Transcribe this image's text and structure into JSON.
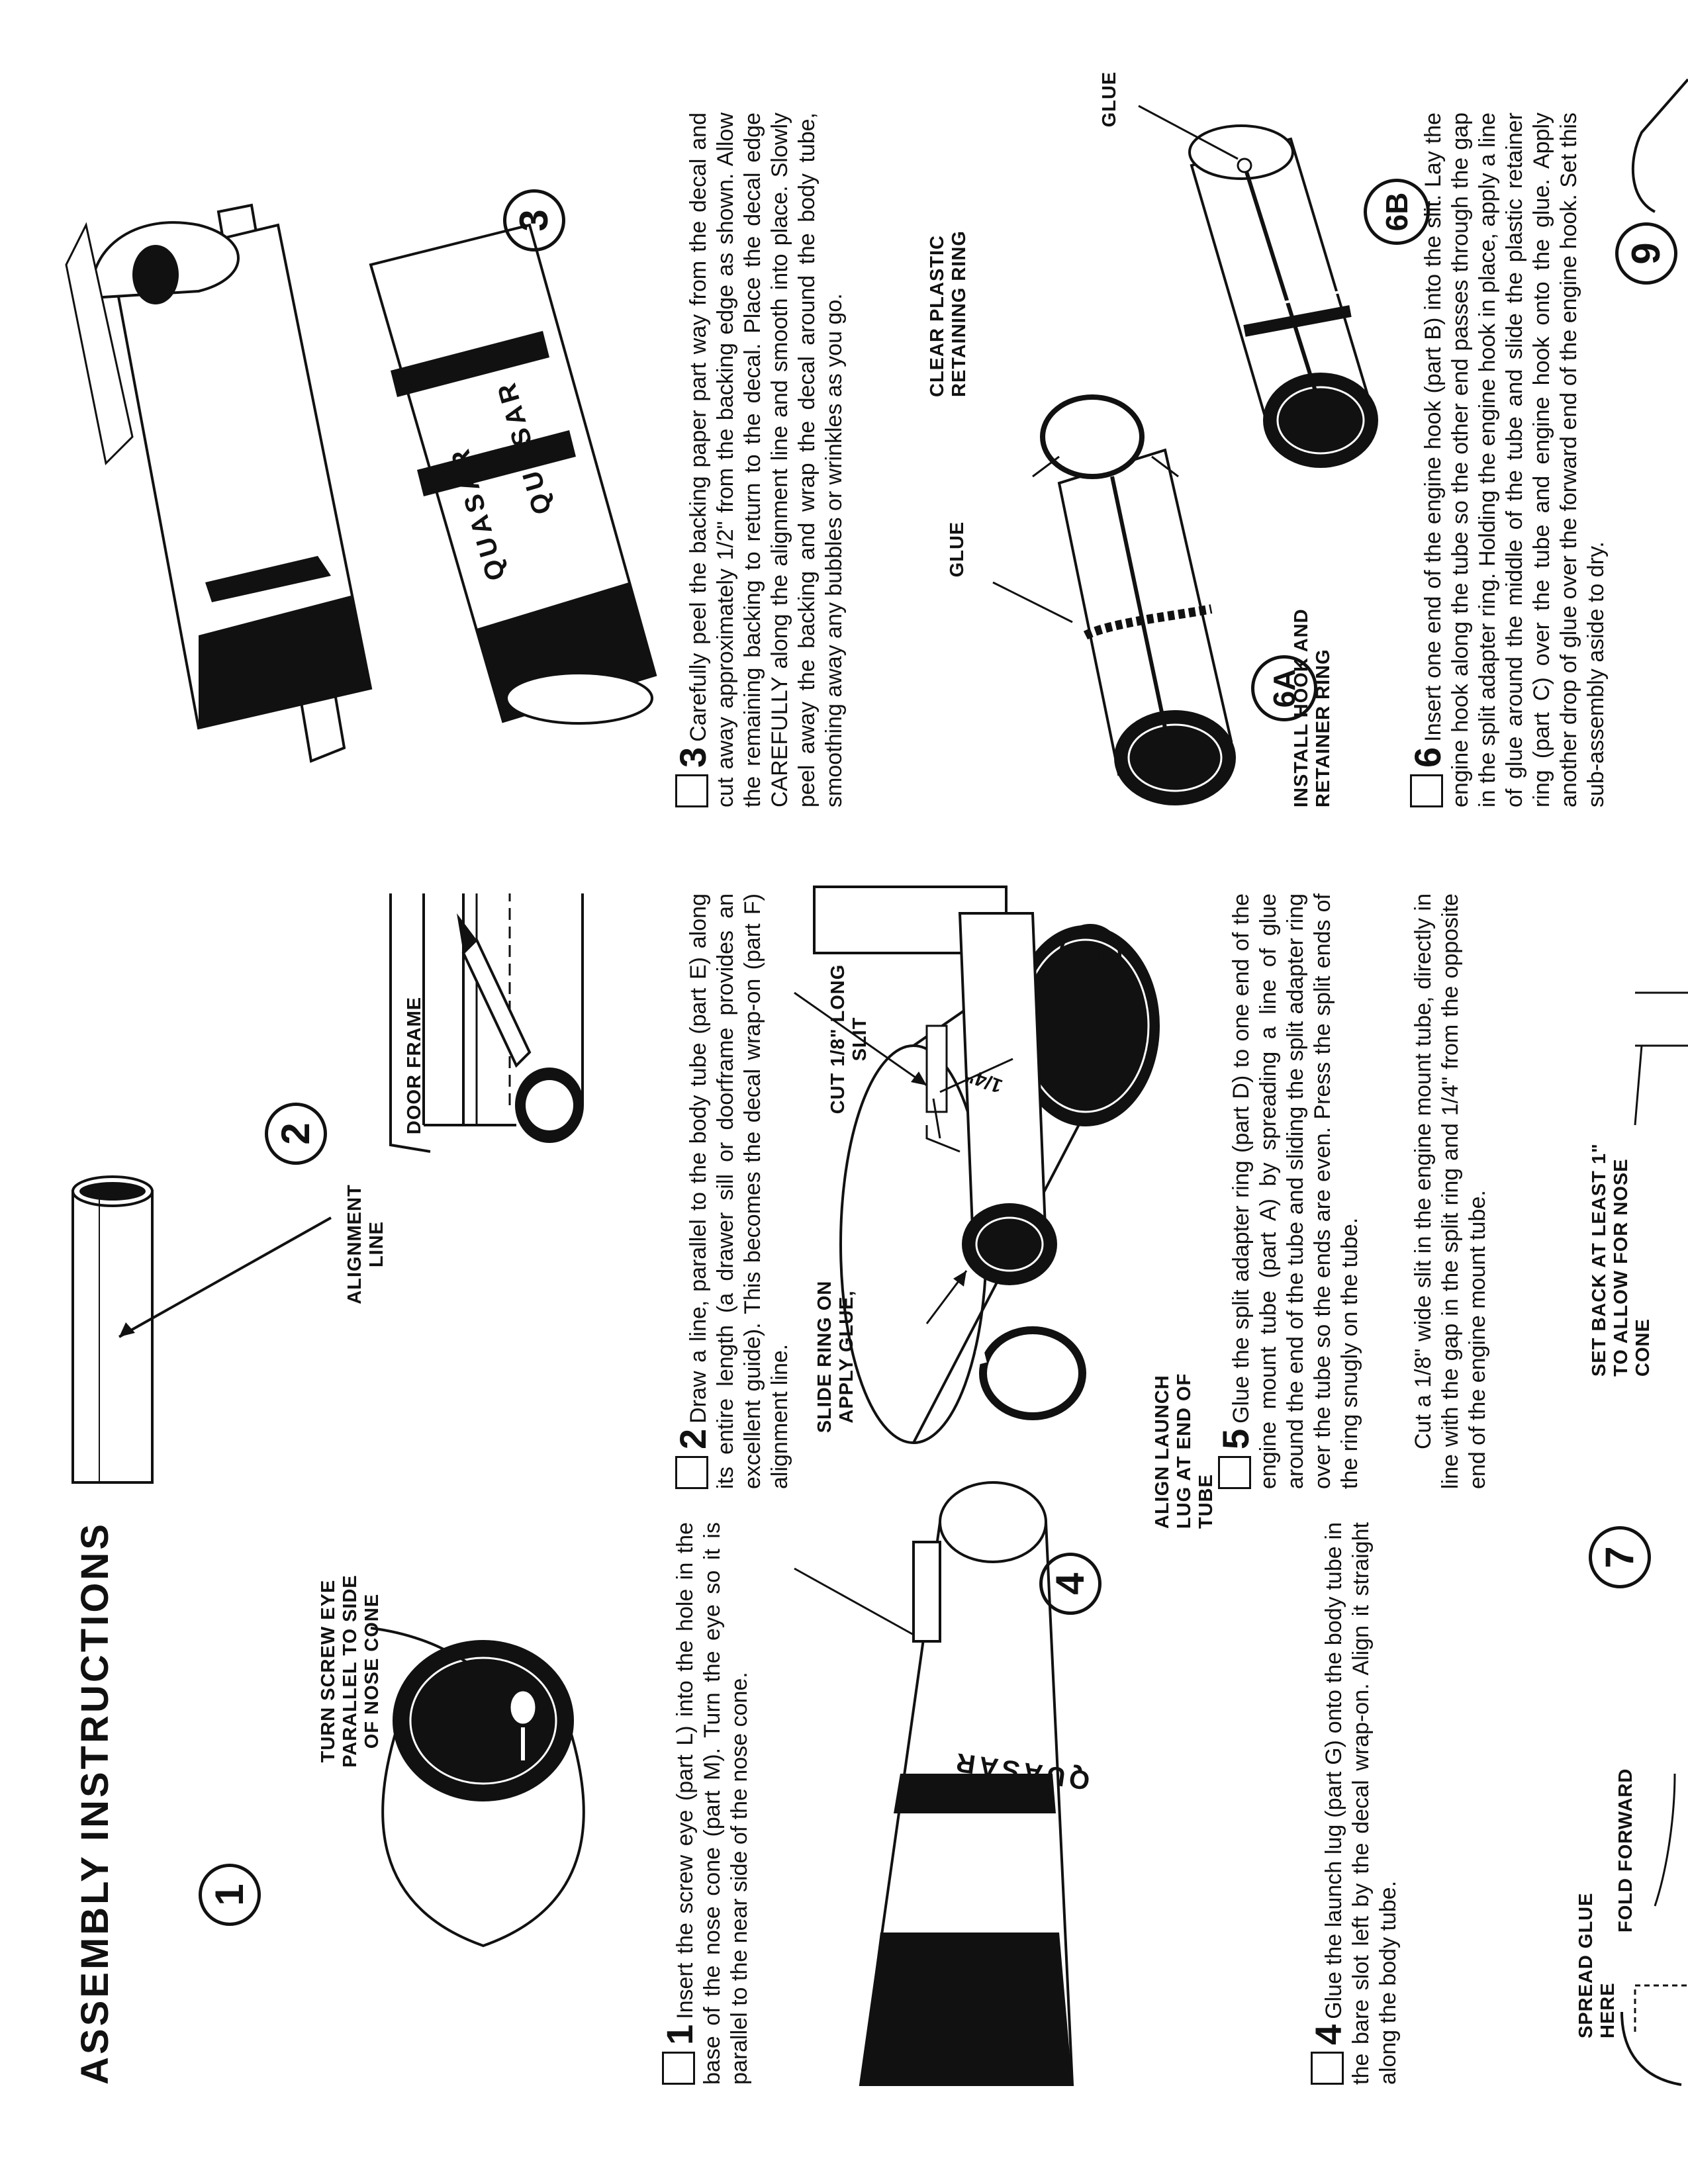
{
  "document": {
    "title": "ASSEMBLY INSTRUCTIONS",
    "brand_name": "QUASAR",
    "steps": [
      {
        "number": "1",
        "callouts": [
          "TURN SCREW EYE PARALLEL TO SIDE OF NOSE CONE"
        ],
        "text": "Insert the screw eye (part L) into the hole in the base of the nose cone (part M). Turn the eye so it is parallel to the near side of the nose cone."
      },
      {
        "number": "2",
        "callouts": [
          "ALIGNMENT LINE",
          "DOOR FRAME"
        ],
        "text": "Draw a line, parallel to the body tube (part E) along its entire length (a drawer sill or doorframe provides an excellent guide). This becomes the decal wrap-on (part F) alignment line."
      },
      {
        "number": "3",
        "callouts": [],
        "text": "Carefully peel the backing paper part way from the decal and cut away approximately 1/2\" from the backing edge as shown. Allow the remaining backing to return to the decal. Place the decal edge CAREFULLY along the alignment line and smooth into place. Slowly peel away the backing and wrap the decal around the body tube, smoothing away any bubbles or wrinkles as you go."
      },
      {
        "number": "4",
        "callouts": [
          "ALIGN LAUNCH LUG AT END OF TUBE"
        ],
        "text": "Glue the launch lug (part G) onto the body tube in the bare slot left by the decal wrap-on. Align it straight along the body tube."
      },
      {
        "number": "5",
        "callouts": [
          "SLIDE RING ON APPLY GLUE,",
          "CUT 1/8\" LONG SLIT",
          "1/4\""
        ],
        "text": "Glue the split adapter ring (part D) to one end of the engine mount tube (part A) by spreading a line of glue around the end of the tube and sliding the split adapter ring over the tube so the ends are even. Press the split ends of the ring snugly on the tube.",
        "text2": "Cut a 1/8\" wide slit in the engine mount tube, directly in line with the gap in the split ring and 1/4\" from the opposite end of the engine mount tube."
      },
      {
        "number": "6",
        "callouts": [
          "INSTALL HOOK AND RETAINER RING",
          "GLUE",
          "CLEAR PLASTIC RETAINING RING",
          "GLUE"
        ],
        "figure_labels": [
          "6A",
          "6B"
        ],
        "text": "Insert one end of the engine hook (part B) into the slit. Lay the engine hook along the tube so the other end passes through the gap in the split adapter ring. Holding the engine hook in place, apply a line of glue around the middle of the tube and slide the plastic retainer ring (part C) over the tube and engine hook onto the glue. Apply another drop of glue over the forward end of the engine hook. Set this sub-assembly aside to dry."
      },
      {
        "number": "7",
        "callouts": [
          "SPREAD GLUE HERE",
          "FOLD FORWARD"
        ]
      },
      {
        "number": "9",
        "callouts": [
          "SET BACK AT LEAST 1\" TO ALLOW FOR NOSE CONE"
        ]
      }
    ]
  }
}
